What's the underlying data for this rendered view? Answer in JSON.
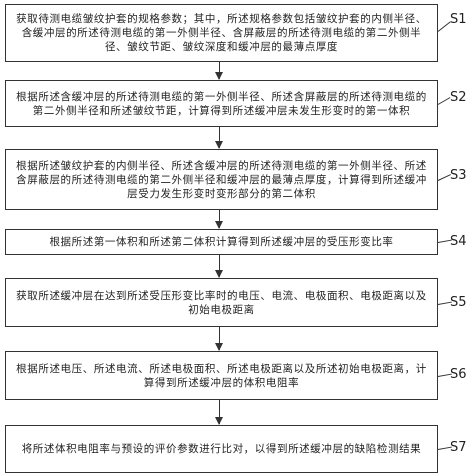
{
  "steps": [
    {
      "label": "S1",
      "text": "获取待测电缆皱纹护套的规格参数；其中，所述规格参数包括皱纹护套的内侧半径、含缓冲层的所述待测电缆的第一外侧半径、含屏蔽层的所述待测电缆的第二外侧半径、皱纹节距、皱纹深度和缓冲层的最薄点厚度"
    },
    {
      "label": "S2",
      "text": "根据所述含缓冲层的所述待测电缆的第一外侧半径、所述含屏蔽层的所述待测电缆的第二外侧半径和所述皱纹节距，计算得到所述缓冲层未发生形变时的第一体积"
    },
    {
      "label": "S3",
      "text": "根据所述皱纹护套的内侧半径、所述含缓冲层的所述待测电缆的第一外侧半径、所述含屏蔽层的所述待测电缆的第二外侧半径和缓冲层的最薄点厚度，计算得到所述缓冲层受力发生形变时变形部分的第二体积"
    },
    {
      "label": "S4",
      "text": "根据所述第一体积和所述第二体积计算得到所述缓冲层的受压形变比率"
    },
    {
      "label": "S5",
      "text": "获取所述缓冲层在达到所述受压形变比率时的电压、电流、电极面积、电极距离以及初始电极距离"
    },
    {
      "label": "S6",
      "text": "根据所述电压、所述电流、所述电极面积、所述电极距离以及所述初始电极距离，计算得到所述缓冲层的体积电阻率"
    },
    {
      "label": "S7",
      "text": "将所述体积电阻率与预设的评价参数进行比对，以得到所述缓冲层的缺陷检测结果"
    }
  ]
}
